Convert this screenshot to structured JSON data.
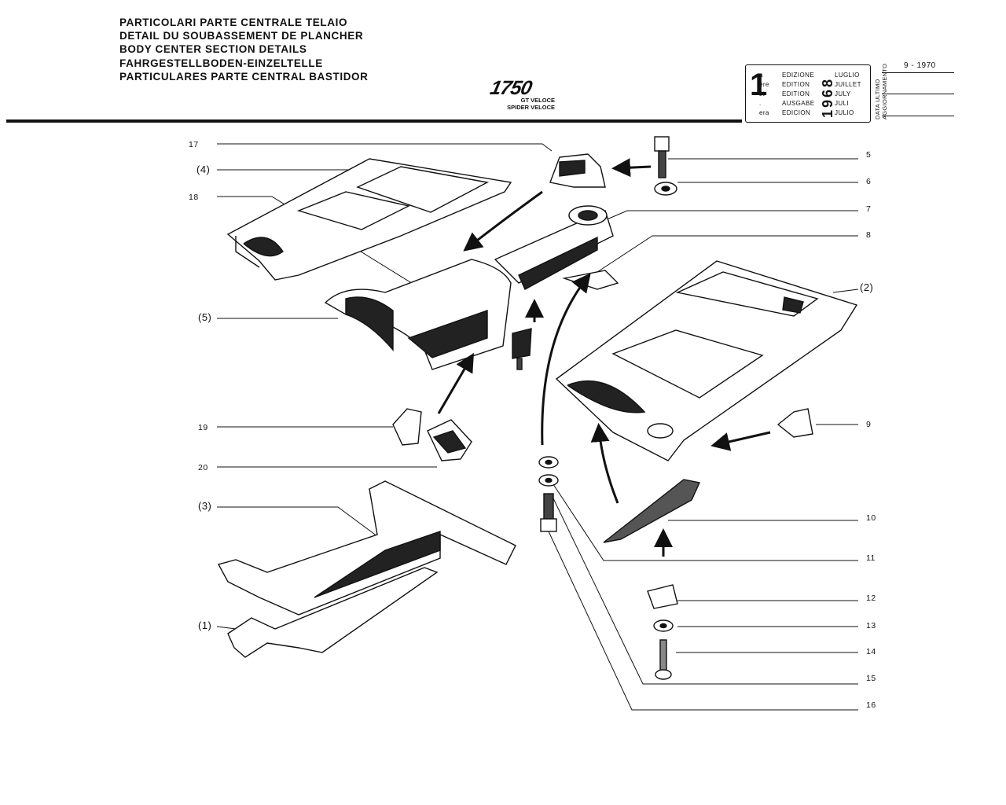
{
  "header": {
    "titles": [
      "PARTICOLARI PARTE CENTRALE TELAIO",
      "DETAIL DU SOUBASSEMENT DE PLANCHER",
      "BODY CENTER SECTION DETAILS",
      "FAHRGESTELLBODEN-EINZELTELLE",
      "PARTICULARES PARTE CENTRAL BASTIDOR"
    ],
    "model": "1750",
    "variants": [
      "GT VELOCE",
      "SPIDER VELOCE"
    ]
  },
  "edition_box": {
    "number": "1",
    "ordinals": [
      "a",
      "ere",
      "st",
      ".",
      "era"
    ],
    "labels": [
      "EDIZIONE",
      "EDITION",
      "EDITION",
      "AUSGABE",
      "EDICION"
    ],
    "months": [
      "LUGLIO",
      "JUILLET",
      "JULY",
      "JULI",
      "JULIO"
    ],
    "year": "1968",
    "side_label_1": "DATA ULTIMO",
    "side_label_2": "AGGIORNAMENTO",
    "update_date": "9 - 1970"
  },
  "callouts": [
    {
      "id": "17",
      "text": "17"
    },
    {
      "id": "4",
      "text": "(4)"
    },
    {
      "id": "18",
      "text": "18"
    },
    {
      "id": "5p",
      "text": "(5)"
    },
    {
      "id": "19",
      "text": "19"
    },
    {
      "id": "20",
      "text": "20"
    },
    {
      "id": "3",
      "text": "(3)"
    },
    {
      "id": "1",
      "text": "(1)"
    },
    {
      "id": "5",
      "text": "5"
    },
    {
      "id": "6",
      "text": "6"
    },
    {
      "id": "7",
      "text": "7"
    },
    {
      "id": "8",
      "text": "8"
    },
    {
      "id": "2",
      "text": "(2)"
    },
    {
      "id": "9",
      "text": "9"
    },
    {
      "id": "10",
      "text": "10"
    },
    {
      "id": "11",
      "text": "11"
    },
    {
      "id": "12",
      "text": "12"
    },
    {
      "id": "13",
      "text": "13"
    },
    {
      "id": "14",
      "text": "14"
    },
    {
      "id": "15",
      "text": "15"
    },
    {
      "id": "16",
      "text": "16"
    }
  ]
}
